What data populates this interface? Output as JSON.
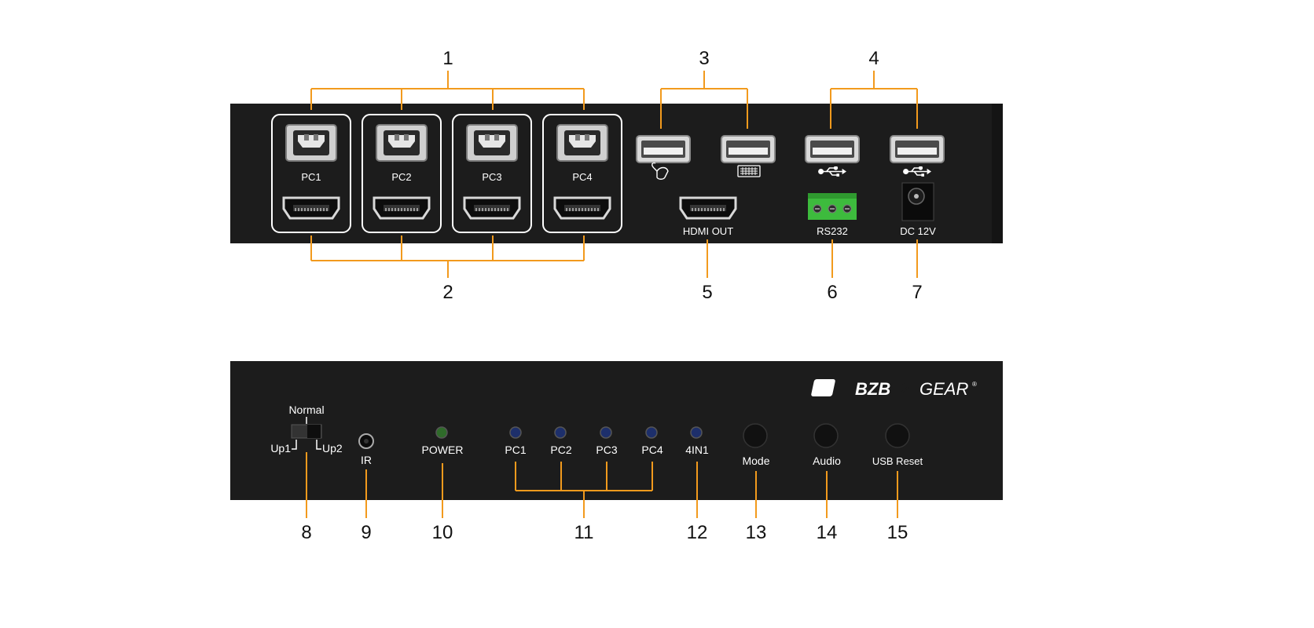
{
  "colors": {
    "panel": "#1c1c1c",
    "callout_line": "#f29a1d",
    "led_green": "#2f6b2a",
    "led_blue": "#1d2f6b",
    "terminal": "#3dbb3d"
  },
  "rear_panel": {
    "port_groups": [
      "PC1",
      "PC2",
      "PC3",
      "PC4"
    ],
    "hdmi_out_label": "HDMI OUT",
    "rs232_label": "RS232",
    "dc_label": "DC 12V",
    "usb_icons": [
      "mouse-icon",
      "keyboard-icon",
      "usb-icon",
      "usb-icon"
    ]
  },
  "front_panel": {
    "brand": "BZB",
    "brand_tail": "GEAR",
    "brand_mark": "®",
    "switch_labels": {
      "normal": "Normal",
      "up1": "Up1",
      "up2": "Up2"
    },
    "ir_label": "IR",
    "power_label": "POWER",
    "pc_leds": [
      "PC1",
      "PC2",
      "PC3",
      "PC4"
    ],
    "fourin1_label": "4IN1",
    "buttons": [
      "Mode",
      "Audio",
      "USB Reset"
    ]
  },
  "callouts": {
    "n1": "1",
    "n2": "2",
    "n3": "3",
    "n4": "4",
    "n5": "5",
    "n6": "6",
    "n7": "7",
    "n8": "8",
    "n9": "9",
    "n10": "10",
    "n11": "11",
    "n12": "12",
    "n13": "13",
    "n14": "14",
    "n15": "15"
  }
}
